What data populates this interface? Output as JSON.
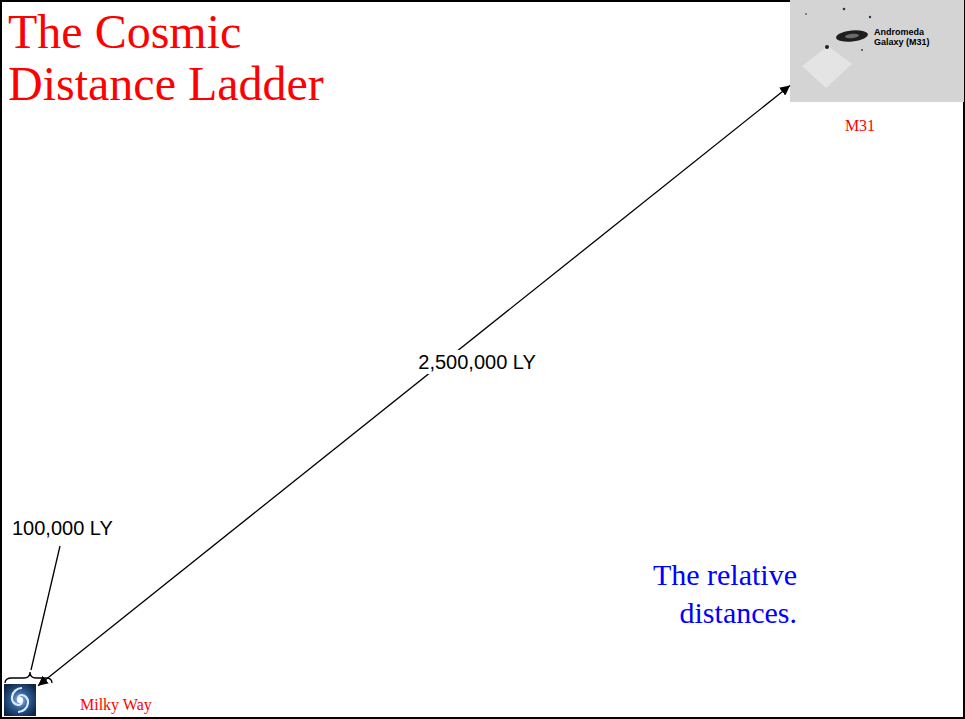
{
  "diagram": {
    "title": "The Cosmic Distance Ladder",
    "nodes": [
      {
        "text": [
          "Andromeda Galaxy (M31)",
          "M31"
        ]
      },
      {
        "text": [
          "Milky Way"
        ]
      }
    ],
    "edges": [
      {
        "from": 0,
        "to": 1,
        "arrow": "both",
        "label": "2,500,000 LY"
      }
    ],
    "labels": [
      "100,000 LY",
      "The relative distances."
    ]
  }
}
